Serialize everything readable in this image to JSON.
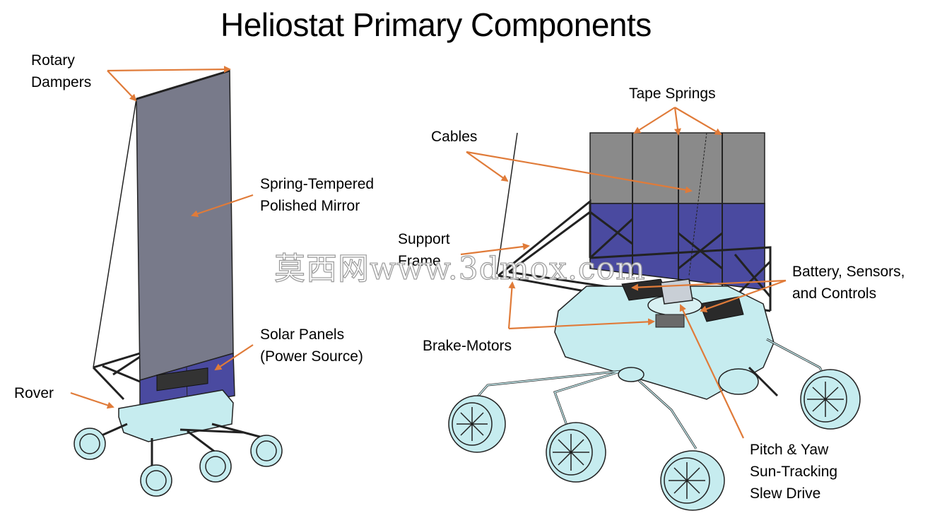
{
  "title": "Heliostat Primary Components",
  "labels": {
    "rotary_dampers": [
      "Rotary",
      "Dampers"
    ],
    "mirror": [
      "Spring-Tempered",
      "Polished Mirror"
    ],
    "solar_panels": [
      "Solar Panels",
      "(Power Source)"
    ],
    "rover": "Rover",
    "tape_springs": "Tape Springs",
    "cables": "Cables",
    "support_frame": [
      "Support",
      "Frame"
    ],
    "battery": [
      "Battery, Sensors,",
      "and Controls"
    ],
    "brake_motors": "Brake-Motors",
    "slew_drive": [
      "Pitch & Yaw",
      "Sun-Tracking",
      "Slew Drive"
    ]
  },
  "watermark": "莫西网www.3dmox.com",
  "colors": {
    "arrow": "#e07b39",
    "mirror": "#787a8a",
    "solar": "#4a4aa0",
    "rover_body": "#c6ecef",
    "outline": "#222222",
    "tape_panel": "#8a8a8a"
  }
}
